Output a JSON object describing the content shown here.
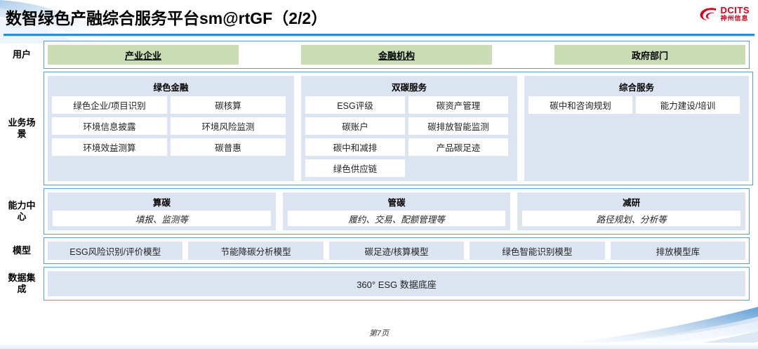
{
  "header": {
    "title": "数智绿色产融综合服务平台sm@rtGF（2/2）",
    "logo_en": "DCITS",
    "logo_cn": "神州信息",
    "accent_blue": "#2e8fd4",
    "logo_red": "#d9001b"
  },
  "colors": {
    "panel_border": "#5b9bd5",
    "user_green": "#c9dcb4",
    "block_blue": "#dde4f1"
  },
  "rows": {
    "users": {
      "label": "用户",
      "items": [
        {
          "label": "产业企业"
        },
        {
          "label": "金融机构"
        },
        {
          "label": "政府部门"
        }
      ]
    },
    "business": {
      "label": "业务场\n景",
      "label_line1": "业务场",
      "label_line2": "景",
      "columns": [
        {
          "title": "绿色金融",
          "items": [
            "绿色企业/项目识别",
            "碳核算",
            "环境信息披露",
            "环境风险监测",
            "环境效益测算",
            "碳普惠"
          ]
        },
        {
          "title": "双碳服务",
          "items": [
            "ESG评级",
            "碳资产管理",
            "碳账户",
            "碳排放智能监测",
            "碳中和减排",
            "产品碳足迹",
            "绿色供应链"
          ]
        },
        {
          "title": "综合服务",
          "items": [
            "碳中和咨询规划",
            "能力建设/培训"
          ]
        }
      ]
    },
    "capability": {
      "label_line1": "能力中",
      "label_line2": "心",
      "columns": [
        {
          "title": "算碳",
          "sub": "填报、监测等"
        },
        {
          "title": "管碳",
          "sub": "履约、交易、配额管理等"
        },
        {
          "title": "减研",
          "sub": "路径规划、分析等"
        }
      ]
    },
    "model": {
      "label": "模型",
      "items": [
        "ESG风险识别/评价模型",
        "节能降碳分析模型",
        "碳足迹/核算模型",
        "绿色智能识别模型",
        "排放模型库"
      ]
    },
    "data": {
      "label_line1": "数据集",
      "label_line2": "成",
      "bar_label": "360° ESG 数据底座"
    }
  },
  "footer": {
    "page_label": "第7页"
  }
}
